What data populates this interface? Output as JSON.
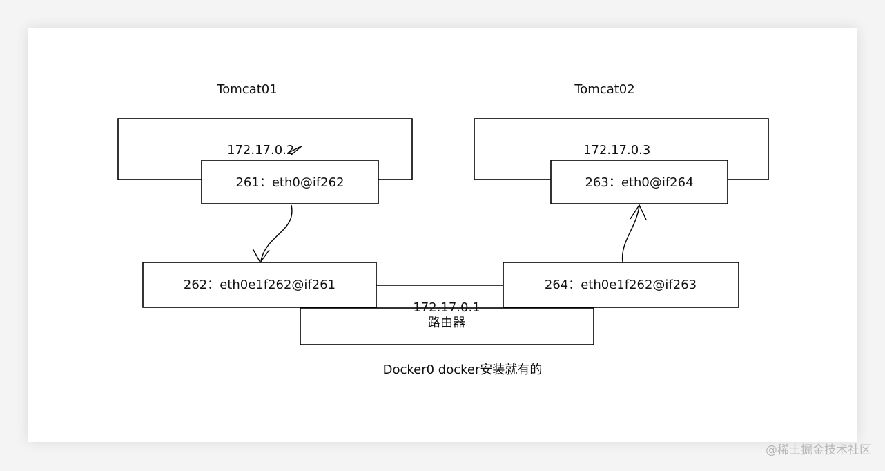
{
  "diagram": {
    "containers": [
      {
        "title": "Tomcat01",
        "ip": "172.17.0.2",
        "interface": "261：eth0@if262"
      },
      {
        "title": "Tomcat02",
        "ip": "172.17.0.3",
        "interface": "263：eth0@if264"
      }
    ],
    "bridge": {
      "left_interface": "262：eth0e1f262@if261",
      "right_interface": "264：eth0e1f262@if263",
      "gateway_ip": "172.17.0.1",
      "gateway_label": "路由器",
      "caption": "Docker0 docker安装就有的"
    },
    "stroke_color": "#000000"
  },
  "watermark": "@稀土掘金技术社区"
}
